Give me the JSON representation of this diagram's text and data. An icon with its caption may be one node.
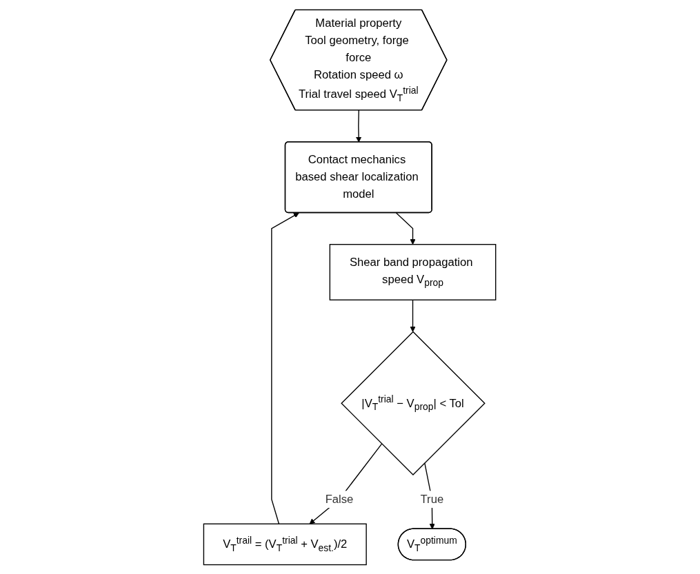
{
  "diagram": {
    "nodes": [
      {
        "text": [
          "Material property",
          "Tool geometry, forge force",
          "Rotation speed ω",
          "Trial travel speed V$_{T}$$^{trial}$"
        ]
      },
      {
        "text": [
          "Contact mechanics based shear localization model"
        ]
      },
      {
        "text": [
          "Shear band propagation speed V$_{prop}$"
        ]
      },
      {
        "text": [
          "|V$_{T}$$^{trial}$ − V$_{prop}$| < Tol"
        ]
      },
      {
        "text": [
          "V$_{T}$$^{trail}$ = (V$_{T}$$^{trial}$ + V$_{est.}$)/2"
        ]
      },
      {
        "text": [
          "V$_{T}$$^{optimum}$"
        ]
      }
    ],
    "edges": [
      {
        "from": 0,
        "to": 1,
        "arrow": "to"
      },
      {
        "from": 1,
        "to": 2,
        "arrow": "to"
      },
      {
        "from": 2,
        "to": 3,
        "arrow": "to"
      },
      {
        "from": 3,
        "to": 4,
        "arrow": "to",
        "label": "False"
      },
      {
        "from": 4,
        "to": 1,
        "arrow": "to"
      },
      {
        "from": 3,
        "to": 5,
        "arrow": "to",
        "label": "True"
      }
    ]
  }
}
